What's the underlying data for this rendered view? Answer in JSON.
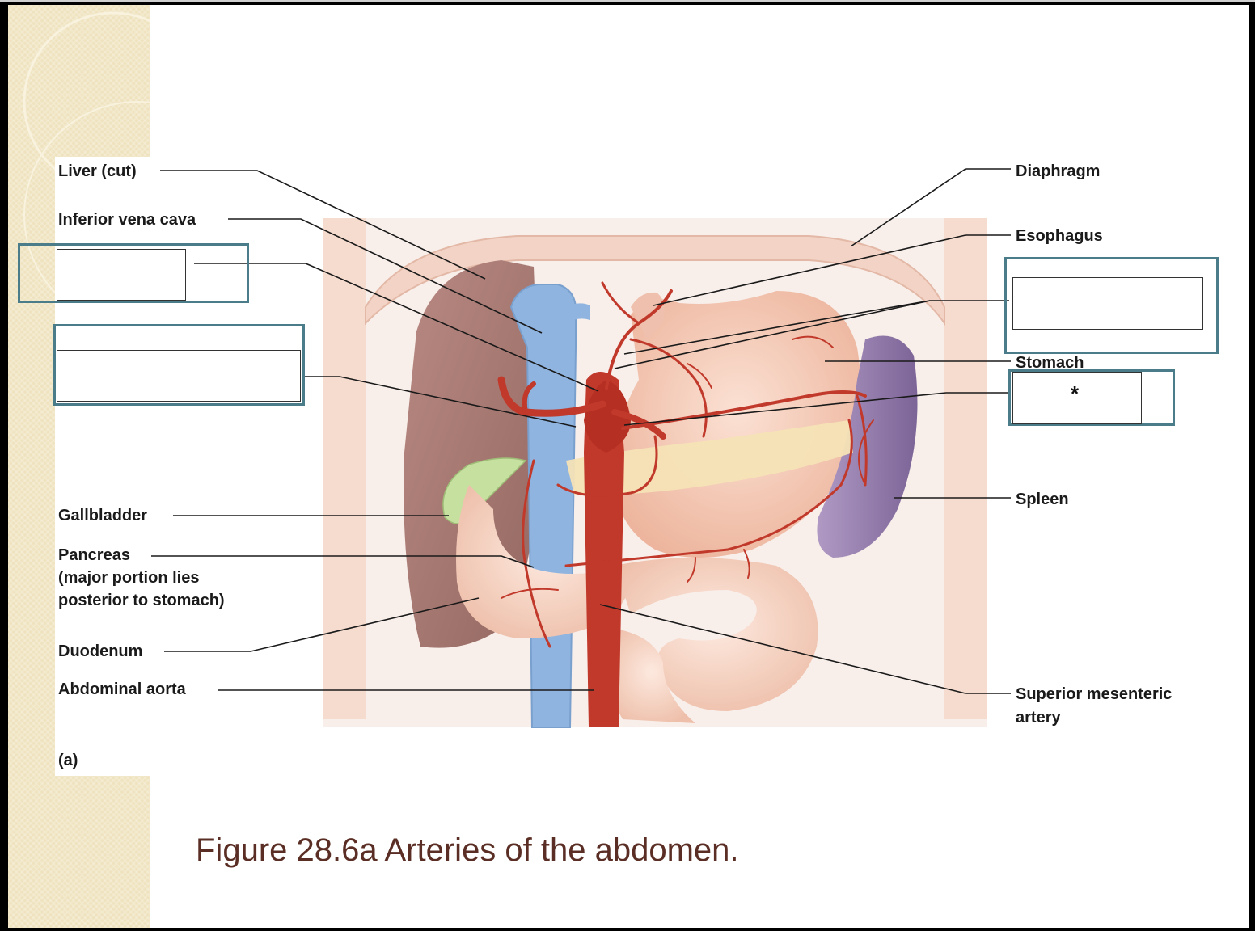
{
  "figure": {
    "caption": "Figure 28.6a Arteries of the abdomen.",
    "panel_label": "(a)"
  },
  "labels_left": {
    "liver": "Liver (cut)",
    "ivc": "Inferior vena cava",
    "gallbladder": "Gallbladder",
    "pancreas_1": "Pancreas",
    "pancreas_2": "(major portion lies",
    "pancreas_3": "posterior to stomach)",
    "duodenum": "Duodenum",
    "aorta": "Abdominal aorta"
  },
  "labels_right": {
    "diaphragm": "Diaphragm",
    "esophagus": "Esophagus",
    "stomach": "Stomach",
    "spleen": "Spleen",
    "sma_1": "Superior mesenteric",
    "sma_2": "artery"
  },
  "blanks": {
    "asterisk": "*"
  },
  "colors": {
    "frame": "#4a7c8a",
    "artery": "#c1392b",
    "vein": "#8fb4e0",
    "caption": "#5a2e24"
  }
}
